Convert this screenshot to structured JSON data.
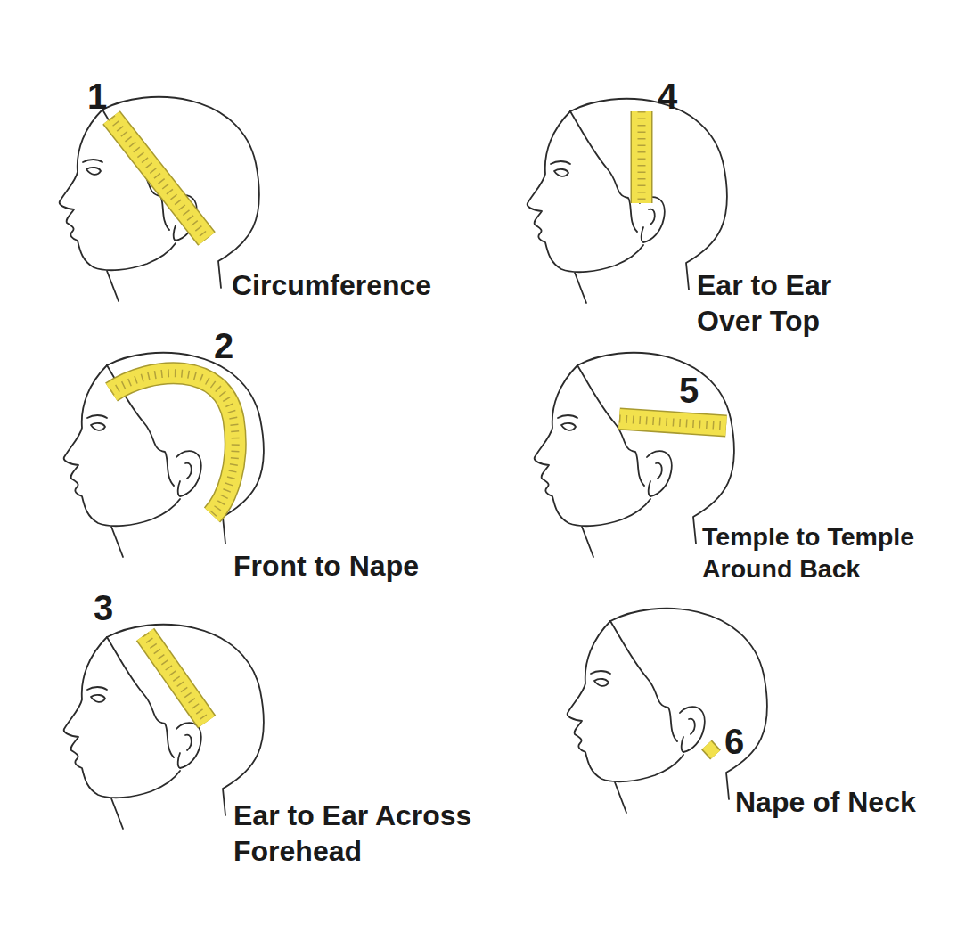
{
  "diagram": {
    "labels": [
      "1",
      "Circumference",
      "4",
      "Ear to Ear Over Top",
      "2",
      "Front to Nape",
      "5",
      "Temple to Temple Around Back",
      "3",
      "Ear to Ear Across Forehead",
      "6",
      "Nape of Neck"
    ]
  }
}
